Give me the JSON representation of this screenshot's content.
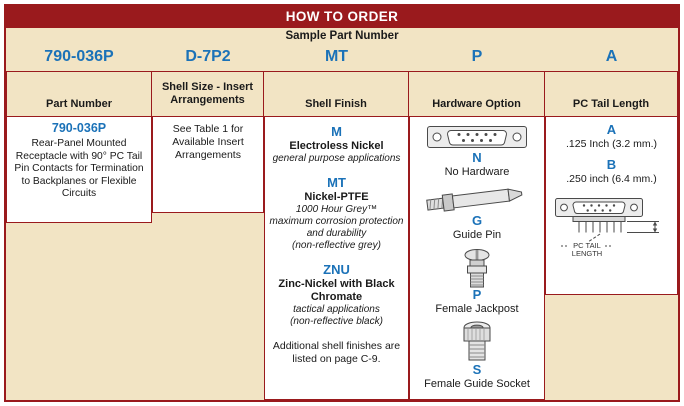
{
  "colors": {
    "maroon": "#9A1A1D",
    "tan": "#F2E4C4",
    "blue": "#1B72B8",
    "white": "#FFFFFF"
  },
  "title_bar": {
    "title": "HOW TO ORDER"
  },
  "sample": {
    "label": "Sample Part Number",
    "codes": [
      "790-036P",
      "D-7P2",
      "MT",
      "P",
      "A"
    ]
  },
  "headers": [
    "Part Number",
    "Shell Size - Insert Arrangements",
    "Shell Finish",
    "Hardware Option",
    "PC Tail Length"
  ],
  "part_number": {
    "code": "790-036P",
    "description": "Rear-Panel Mounted Receptacle with 90° PC Tail Pin Contacts for Termination to Backplanes or Flexible Circuits"
  },
  "shell_size": {
    "note": "See Table 1 for Available Insert Arrangements"
  },
  "shell_finish": {
    "options": [
      {
        "code": "M",
        "name": "Electroless Nickel",
        "notes": [
          "general purpose applications"
        ]
      },
      {
        "code": "MT",
        "name": "Nickel-PTFE",
        "notes": [
          "1000 Hour Grey™",
          "maximum corrosion protection and durability",
          "(non-reflective grey)"
        ]
      },
      {
        "code": "ZNU",
        "name": "Zinc-Nickel with Black Chromate",
        "notes": [
          "tactical applications",
          "(non-reflective black)"
        ]
      }
    ],
    "footnote": "Additional shell finishes are listed on page C-9."
  },
  "hardware": {
    "options": [
      {
        "code": "N",
        "label": "No Hardware",
        "icon": "dsub-connector-front-icon"
      },
      {
        "code": "G",
        "label": "Guide Pin",
        "icon": "guide-pin-icon"
      },
      {
        "code": "P",
        "label": "Female Jackpost",
        "icon": "female-jackpost-icon"
      },
      {
        "code": "S",
        "label": "Female Guide Socket",
        "icon": "female-guide-socket-icon"
      }
    ]
  },
  "pc_tail": {
    "options": [
      {
        "code": "A",
        "label": ".125 Inch (3.2 mm.)"
      },
      {
        "code": "B",
        "label": ".250 inch (6.4 mm.)"
      }
    ],
    "diagram": {
      "icon": "connector-side-view-icon",
      "line1": "PC TAIL",
      "line2": "LENGTH"
    }
  }
}
